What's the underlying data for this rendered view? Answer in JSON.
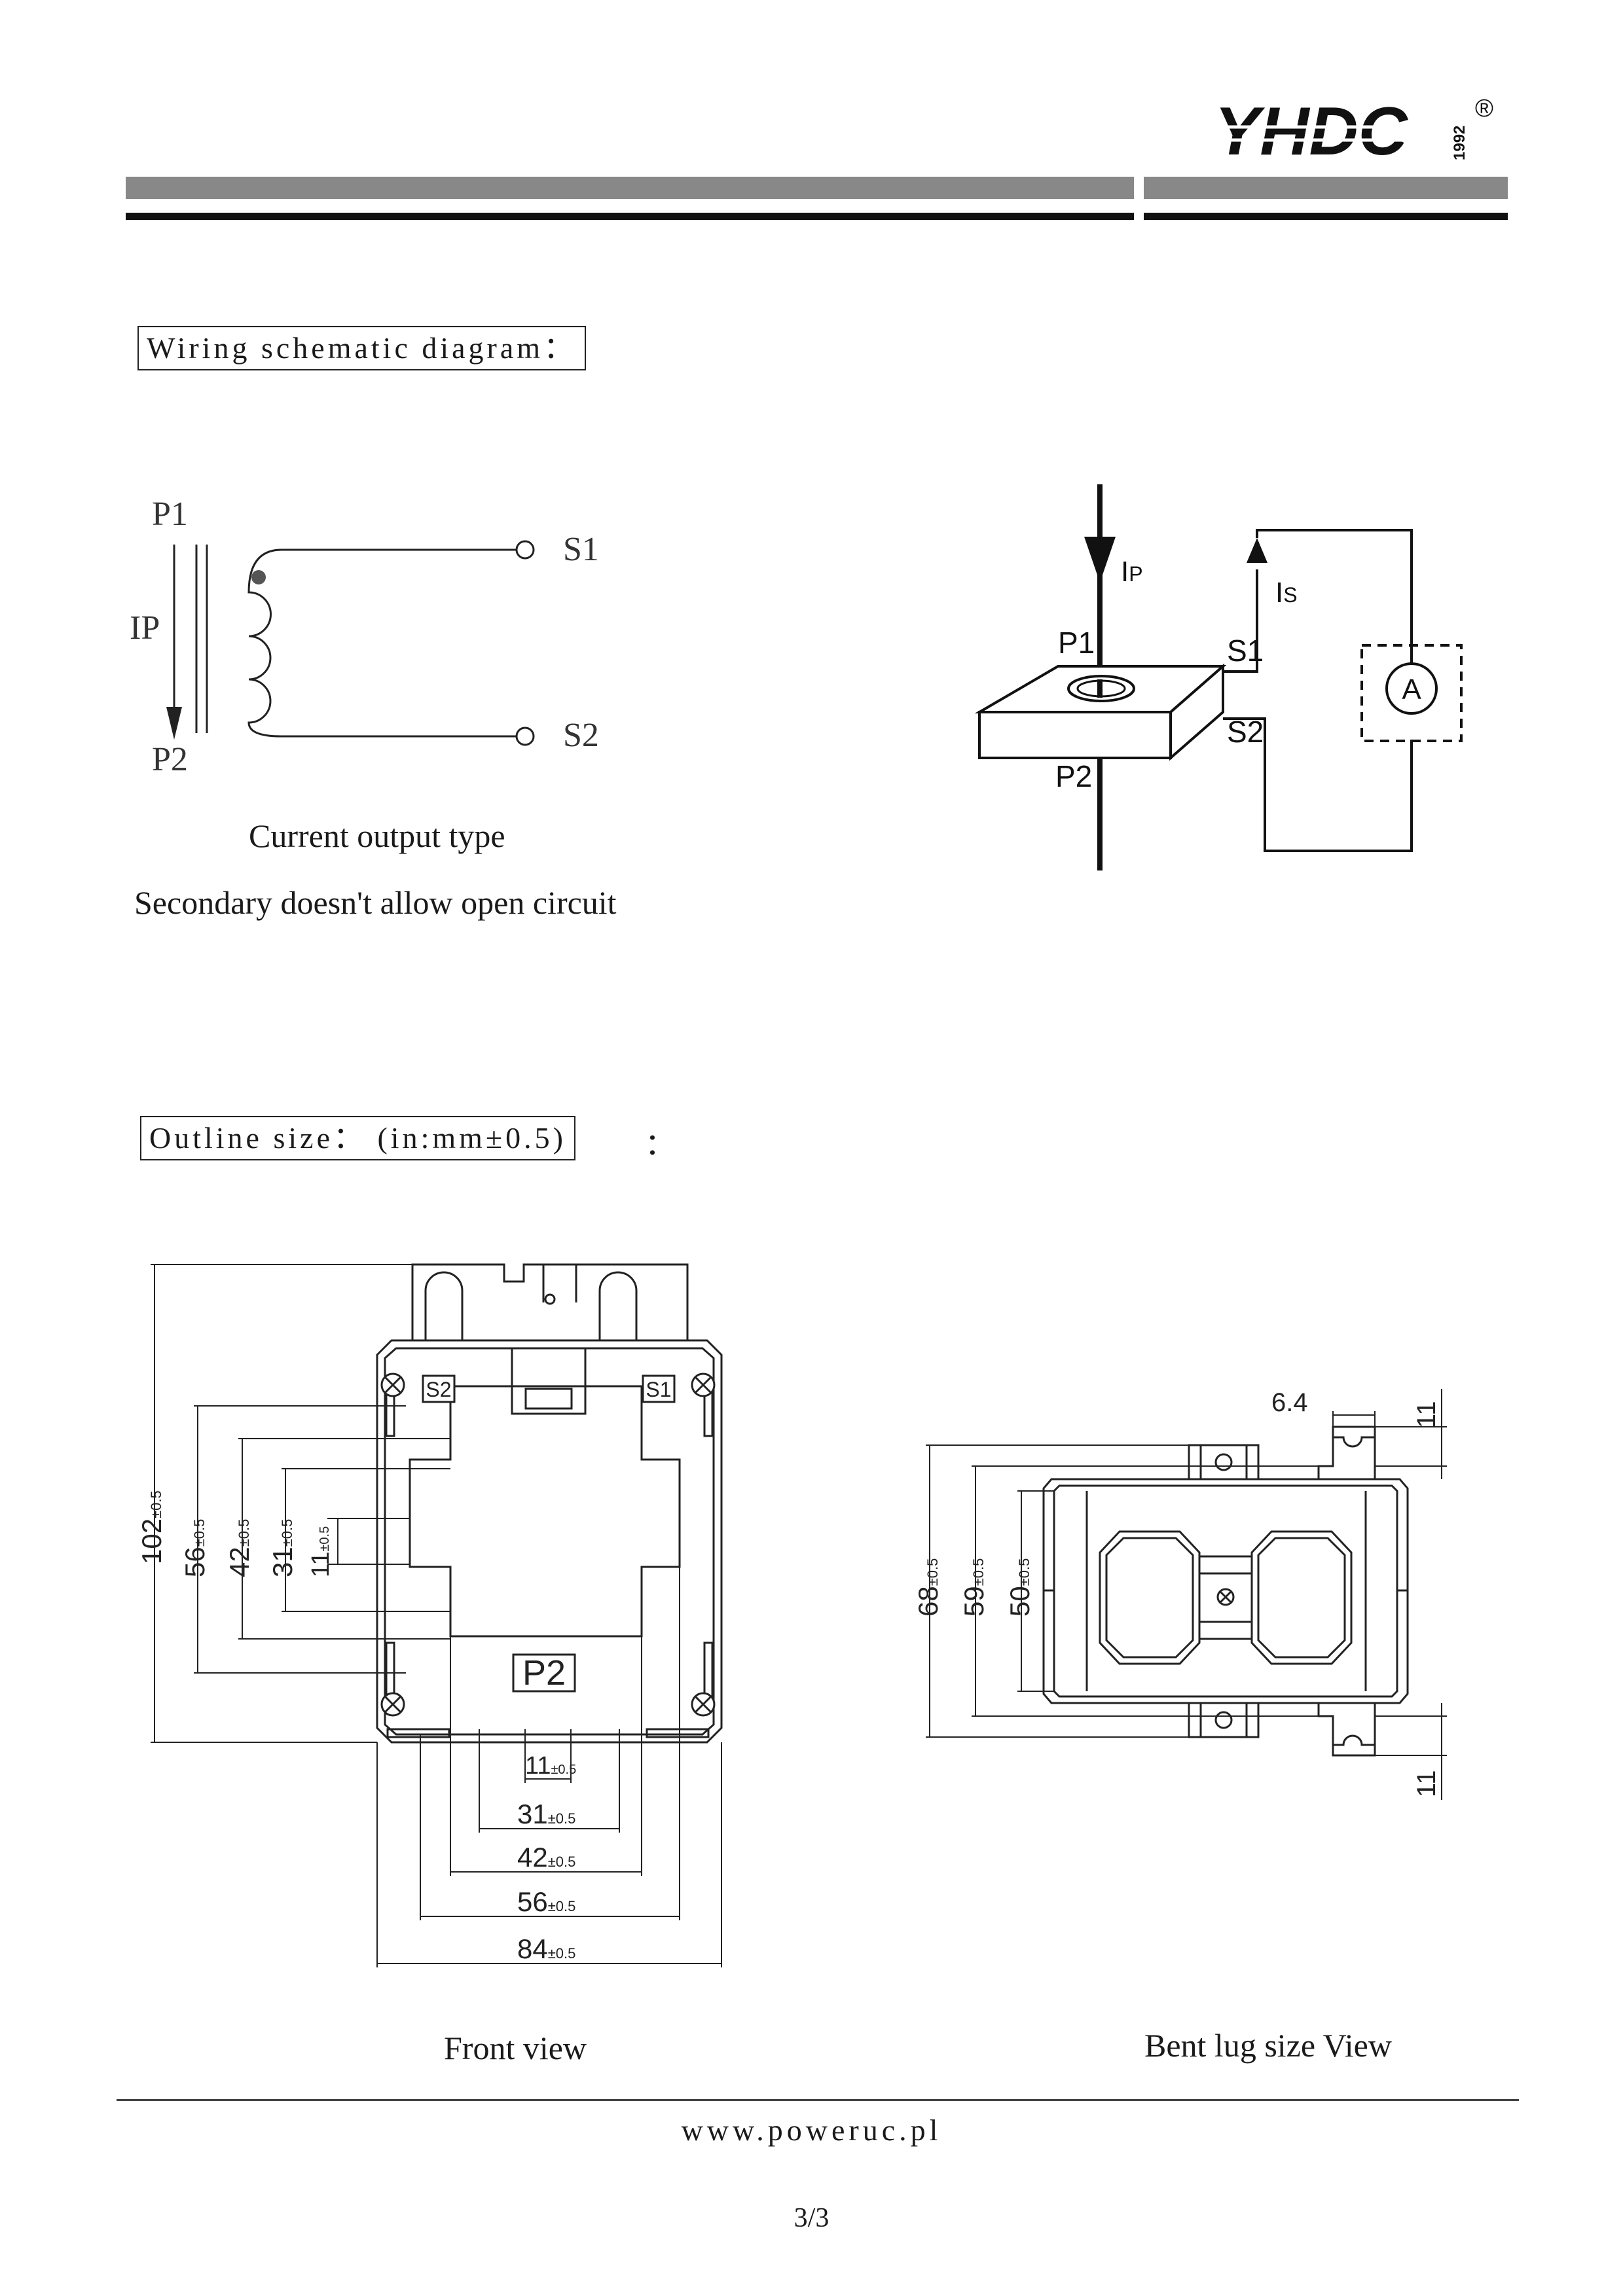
{
  "header": {
    "brand": "YHDC",
    "brand_year": "1992",
    "registered_mark": "®"
  },
  "sections": {
    "wiring_title": "Wiring schematic diagram：",
    "outline_title": "Outline size： (in:mm±0.5)",
    "outline_suffix": "："
  },
  "schematic": {
    "p1": "P1",
    "p2": "P2",
    "ip": "IP",
    "s1": "S1",
    "s2": "S2",
    "caption_type": "Current output type",
    "caption_note": "Secondary doesn't allow open circuit"
  },
  "wiring_3d": {
    "ip_main": "I",
    "ip_sub": "P",
    "is_main": "I",
    "is_sub": "S",
    "p1": "P1",
    "p2": "P2",
    "s1": "S1",
    "s2": "S2",
    "ammeter": "A"
  },
  "front_view": {
    "caption": "Front view",
    "label_s1": "S1",
    "label_s2": "S2",
    "label_p2": "P2",
    "dims_vertical": [
      {
        "value": "102",
        "tol": "±0.5"
      },
      {
        "value": "56",
        "tol": "±0.5"
      },
      {
        "value": "42",
        "tol": "±0.5"
      },
      {
        "value": "31",
        "tol": "±0.5"
      },
      {
        "value": "11",
        "tol": "±0.5"
      }
    ],
    "dims_horizontal": [
      {
        "value": "11",
        "tol": "±0.5"
      },
      {
        "value": "31",
        "tol": "±0.5"
      },
      {
        "value": "42",
        "tol": "±0.5"
      },
      {
        "value": "56",
        "tol": "±0.5"
      },
      {
        "value": "84",
        "tol": "±0.5"
      }
    ]
  },
  "lug_view": {
    "caption": "Bent lug size View",
    "dims_vertical": [
      {
        "value": "68",
        "tol": "±0.5"
      },
      {
        "value": "59",
        "tol": "±0.5"
      },
      {
        "value": "50",
        "tol": "±0.5"
      }
    ],
    "dim_slot": "6.4",
    "dim_top": "11",
    "dim_bottom": "11"
  },
  "footer": {
    "url": "www.poweruc.pl",
    "page": "3/3"
  }
}
